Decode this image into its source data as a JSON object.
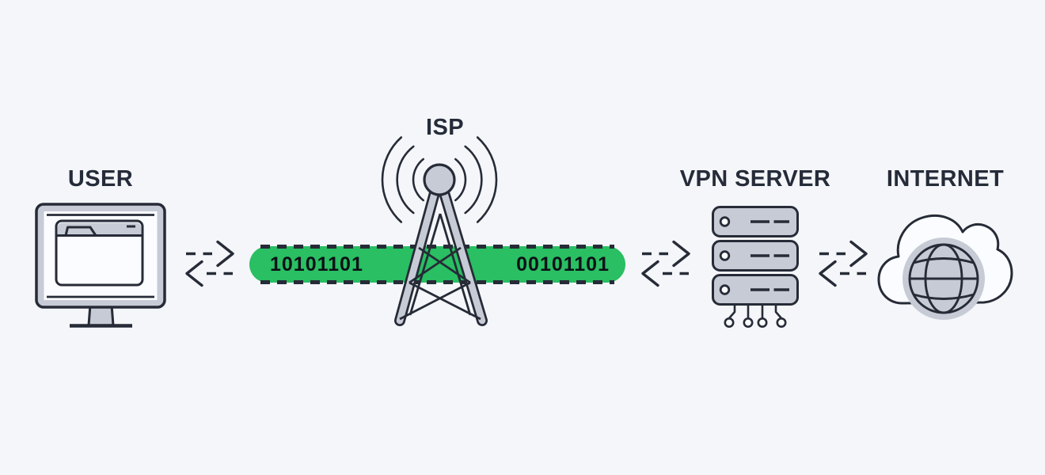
{
  "nodes": {
    "user": {
      "label": "USER",
      "icon": "desktop-computer-icon"
    },
    "isp": {
      "label": "ISP",
      "icon": "radio-tower-icon"
    },
    "vpn_server": {
      "label": "VPN SERVER",
      "icon": "server-stack-icon"
    },
    "internet": {
      "label": "INTERNET",
      "icon": "globe-in-cloud-icon"
    }
  },
  "packet_bar": {
    "left_value": "10101101",
    "right_value": "00101101"
  },
  "links": {
    "icon": "bidirectional-dashed-arrows-icon",
    "count": 3
  },
  "colors": {
    "background": "#f4f6f9",
    "outline": "#262b37",
    "label_text": "#252b39",
    "binary_text": "#0d1117",
    "accent_green": "#29bf62",
    "device_gray": "#c6cbd6",
    "screen_white": "#fbfcff"
  }
}
